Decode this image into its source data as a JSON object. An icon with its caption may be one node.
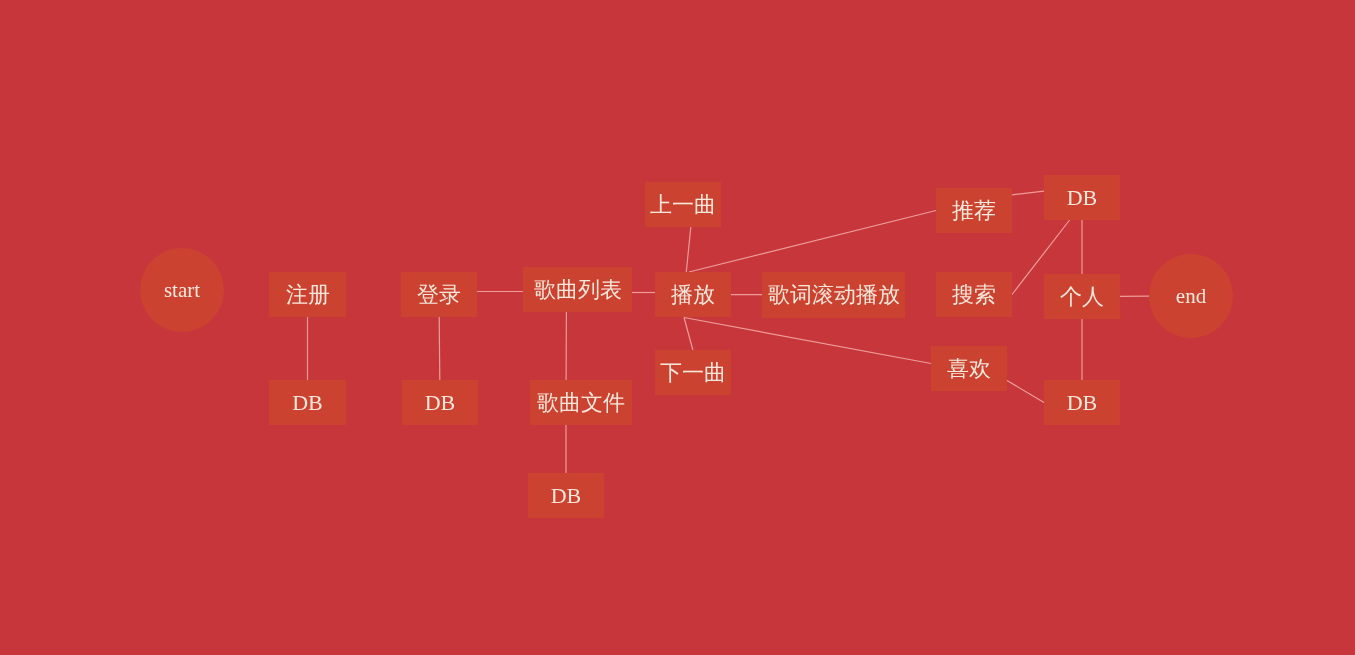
{
  "diagram": {
    "nodes": [
      {
        "text": [
          "start"
        ]
      },
      {
        "text": [
          "注册"
        ]
      },
      {
        "text": [
          "DB"
        ]
      },
      {
        "text": [
          "登录"
        ]
      },
      {
        "text": [
          "DB"
        ]
      },
      {
        "text": [
          "歌曲列表"
        ]
      },
      {
        "text": [
          "歌曲文件"
        ]
      },
      {
        "text": [
          "DB"
        ]
      },
      {
        "text": [
          "上一曲"
        ]
      },
      {
        "text": [
          "播放"
        ]
      },
      {
        "text": [
          "下一曲"
        ]
      },
      {
        "text": [
          "歌词滚动播放"
        ]
      },
      {
        "text": [
          "推荐"
        ]
      },
      {
        "text": [
          "DB"
        ]
      },
      {
        "text": [
          "搜索"
        ]
      },
      {
        "text": [
          "个人"
        ]
      },
      {
        "text": [
          "喜欢"
        ]
      },
      {
        "text": [
          "DB"
        ]
      },
      {
        "text": [
          "end"
        ]
      }
    ],
    "edges": [
      {
        "from": 1,
        "to": 2,
        "arrow": "none"
      },
      {
        "from": 3,
        "to": 4,
        "arrow": "none"
      },
      {
        "from": 3,
        "to": 5,
        "arrow": "none"
      },
      {
        "from": 5,
        "to": 6,
        "arrow": "none"
      },
      {
        "from": 6,
        "to": 7,
        "arrow": "none"
      },
      {
        "from": 5,
        "to": 9,
        "arrow": "none"
      },
      {
        "from": 8,
        "to": 9,
        "arrow": "none"
      },
      {
        "from": 9,
        "to": 12,
        "arrow": "none"
      },
      {
        "from": 9,
        "to": 11,
        "arrow": "none"
      },
      {
        "from": 9,
        "to": 10,
        "arrow": "none"
      },
      {
        "from": 9,
        "to": 16,
        "arrow": "none"
      },
      {
        "from": 12,
        "to": 13,
        "arrow": "none"
      },
      {
        "from": 14,
        "to": 13,
        "arrow": "none"
      },
      {
        "from": 13,
        "to": 15,
        "arrow": "none"
      },
      {
        "from": 15,
        "to": 17,
        "arrow": "none"
      },
      {
        "from": 16,
        "to": 17,
        "arrow": "none"
      },
      {
        "from": 15,
        "to": 18,
        "arrow": "none"
      }
    ]
  }
}
